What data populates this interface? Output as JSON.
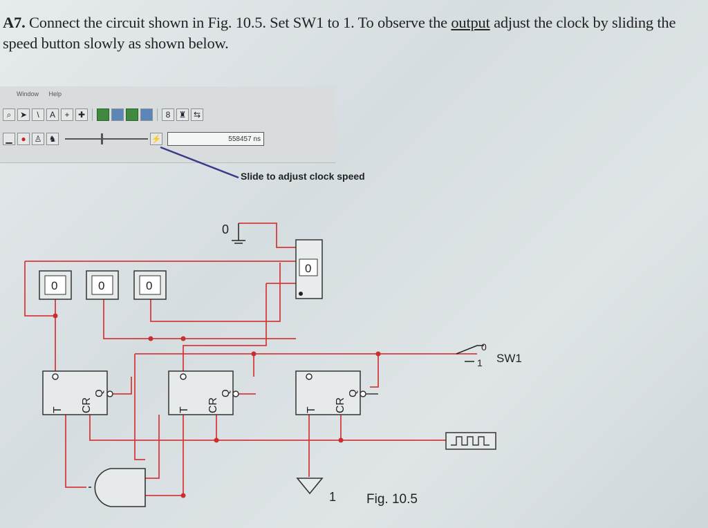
{
  "instruction": {
    "lead": "A7.",
    "text_before": " Connect the circuit shown in Fig. 10.5. Set SW1 to 1. To observe the ",
    "emphasis": "output",
    "text_after": " adjust the clock by sliding the speed button slowly as shown below."
  },
  "toolbar": {
    "menu": [
      "Window",
      "Help"
    ],
    "row1_icons": [
      "zoom-icon",
      "pointer-icon",
      "wire-icon",
      "text-icon",
      "add-node-icon",
      "add-junction-icon",
      "component-icon",
      "component-icon",
      "component-icon",
      "component-icon",
      "probe-icon",
      "binoculars-icon",
      "flow-icon"
    ],
    "row1_glyphs": [
      "⌕",
      "➤",
      "\\",
      "A",
      "+",
      "✚",
      "▬",
      "▬",
      "▬",
      "▬",
      "8",
      "♜",
      "⇆"
    ],
    "row2_glyphs": [
      "▁",
      "●",
      "♙",
      "♞"
    ],
    "time_value": "558457 ns",
    "callout": "Slide to adjust clock speed"
  },
  "circuit": {
    "top_ground_value": "0",
    "flipflop_box_value": "0",
    "leds": [
      "0",
      "0",
      "0"
    ],
    "switch_label": "SW1",
    "switch_states": [
      "0",
      "1"
    ],
    "ff_pins": [
      "T",
      "CR",
      "Q"
    ],
    "output_marker": "1",
    "figure_caption": "Fig. 10.5"
  },
  "colors": {
    "wire": "#d43b3b",
    "component": "#222222",
    "page": "#dfe5e7"
  }
}
